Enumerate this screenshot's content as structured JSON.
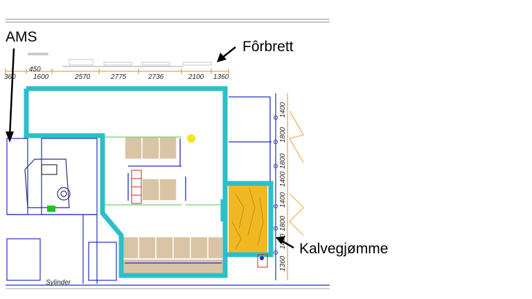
{
  "annotations": {
    "ams": "AMS",
    "forbrett": "Fôrbrett",
    "kalvegjomme": "Kalvegjømme"
  },
  "plan": {
    "top_dims": [
      "360",
      "450",
      "1600",
      "2570",
      "2775",
      "2736",
      "2100",
      "1360"
    ],
    "right_dims": [
      "1400",
      "1800",
      "1800",
      "1400",
      "1400",
      "1800",
      "1400",
      "1360"
    ],
    "bottom_label": "Sylinder"
  },
  "colors": {
    "pen_outline": "#2bbfc9",
    "wall_blue": "#1f2ec4",
    "feed_bin": "#d9c4a5",
    "straw": "#f1b823",
    "dimension_orange": "#e88a1c"
  }
}
